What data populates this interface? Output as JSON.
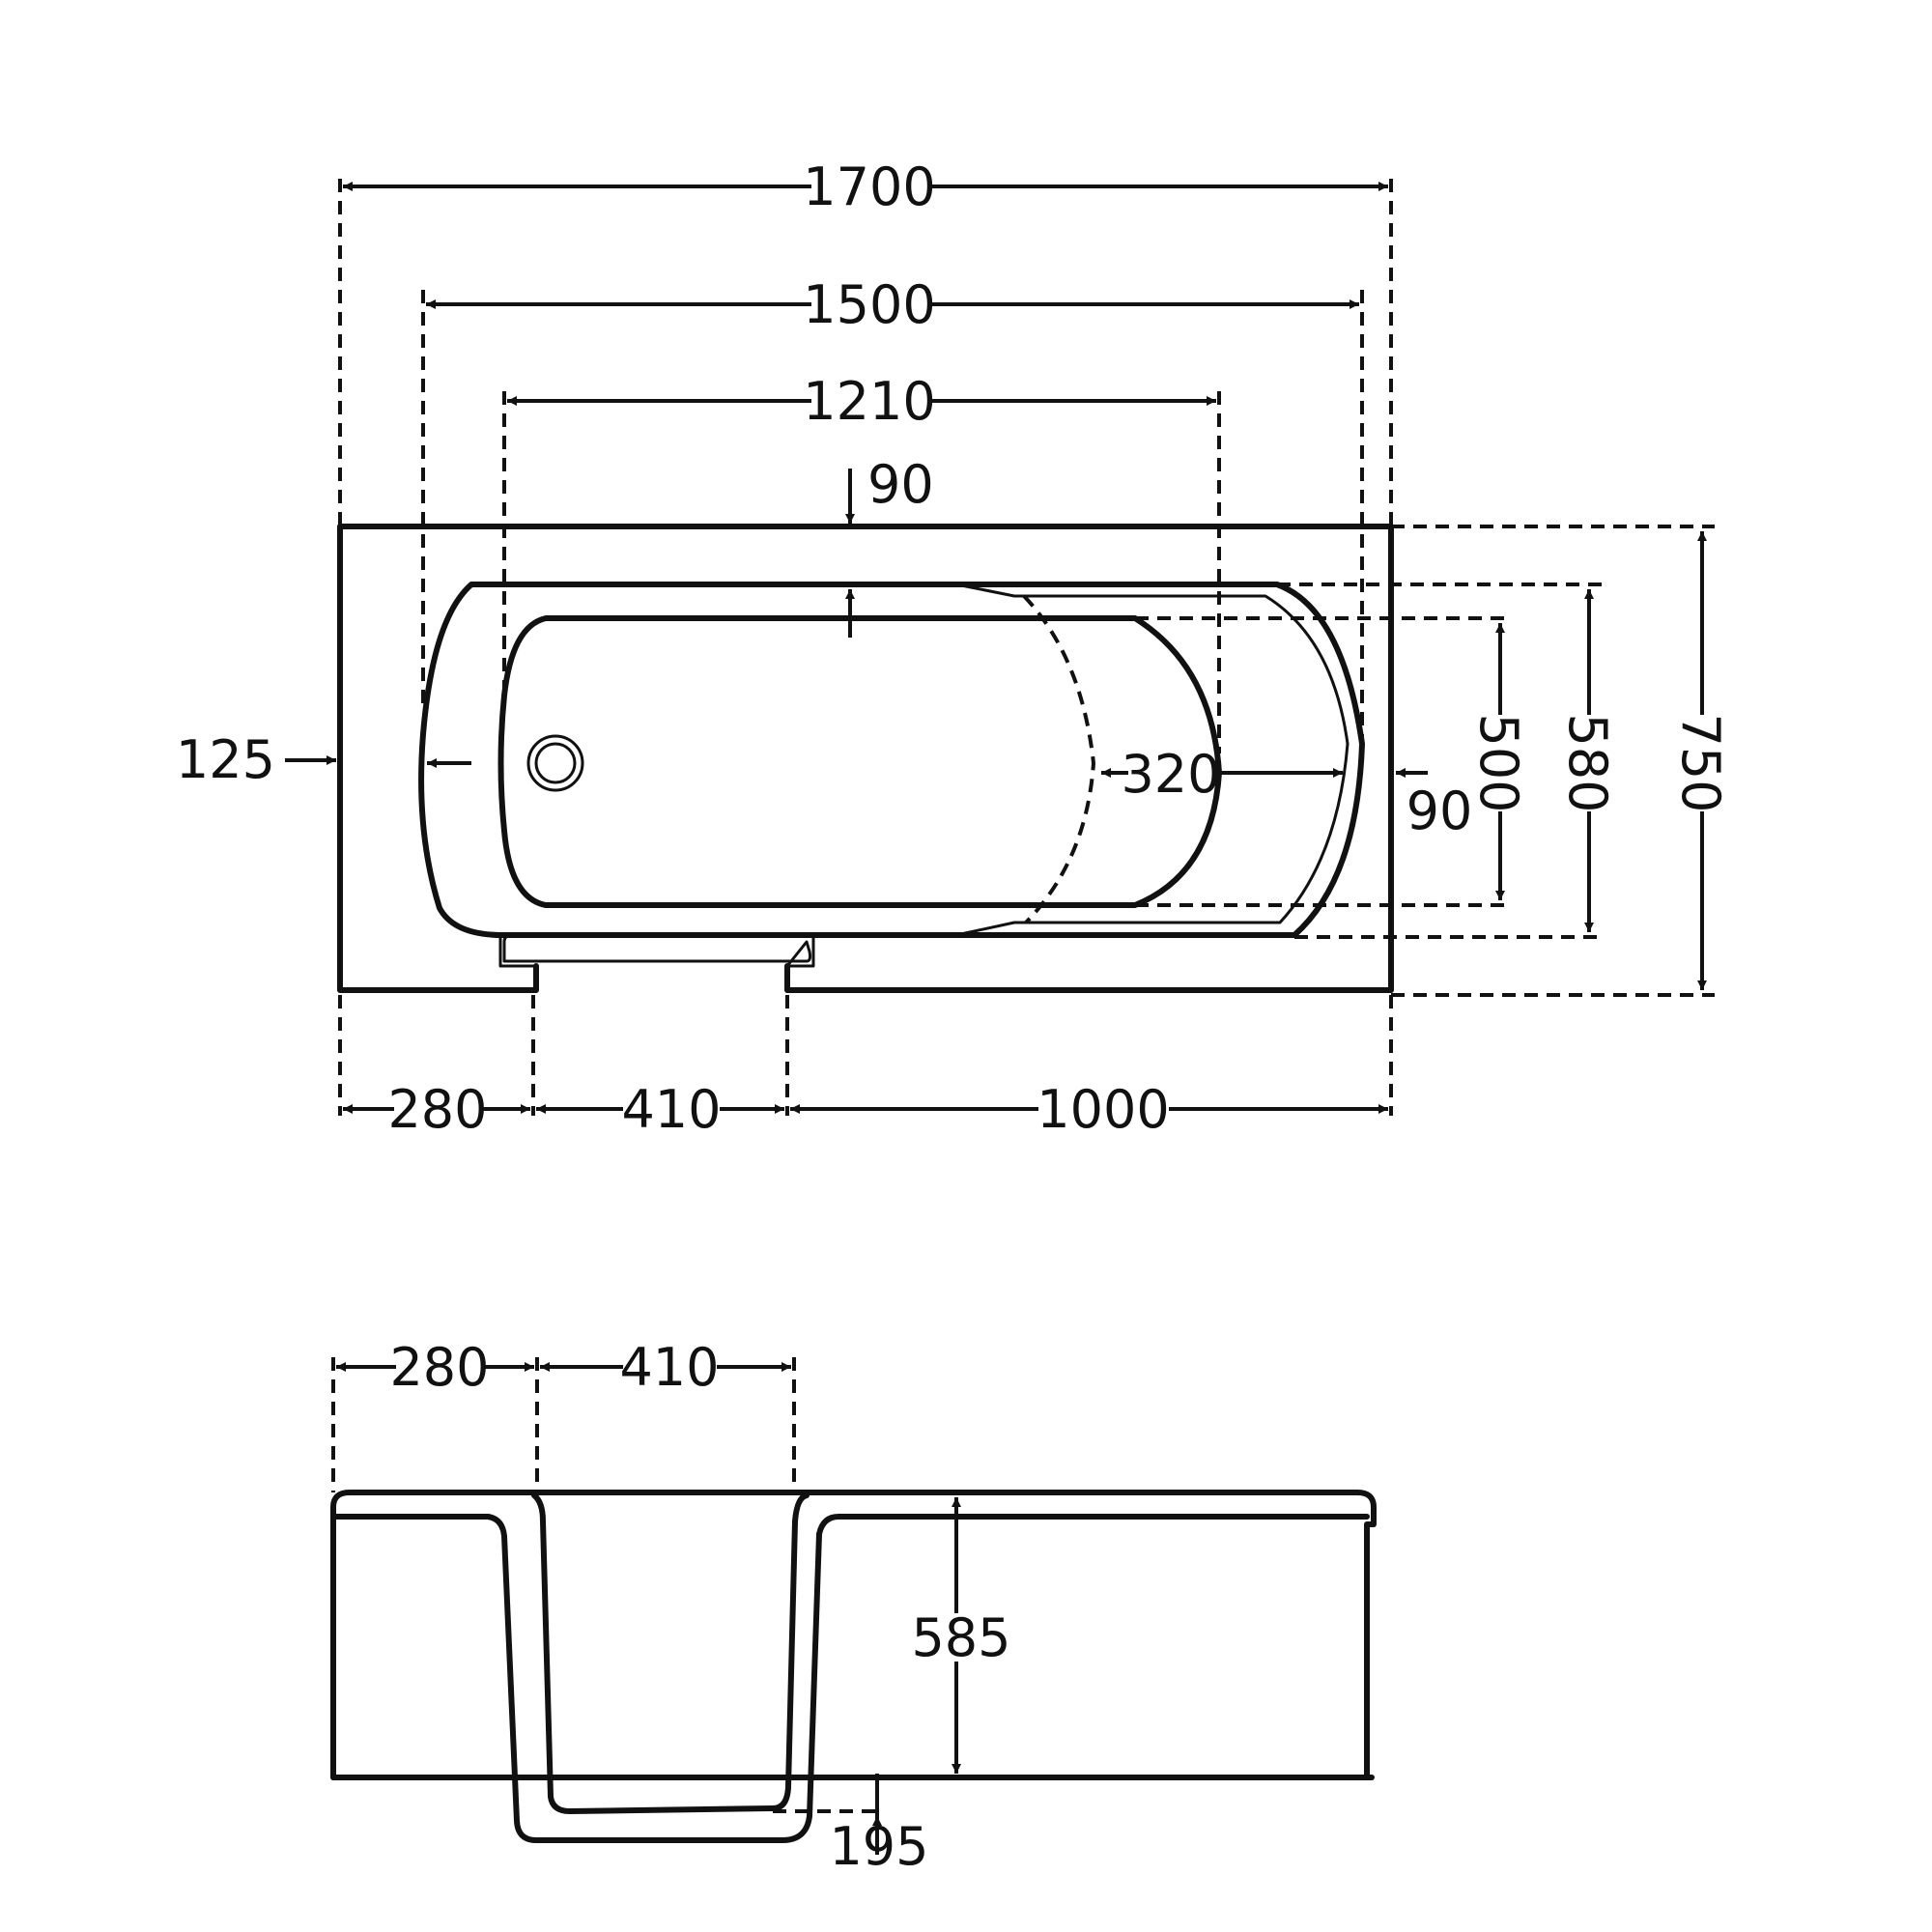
{
  "dimensions": {
    "overall_length": "1700",
    "inner_length": "1500",
    "basin_length": "1210",
    "rim_top": "90",
    "rim_left": "125",
    "rim_right": "90",
    "basin_end": "320",
    "inner_width_basin": "500",
    "inner_width_top": "580",
    "overall_width": "750",
    "left_panel": "280",
    "door_opening": "410",
    "right_panel": "1000",
    "front_left": "280",
    "front_door": "410",
    "front_height": "585",
    "step_height": "195"
  }
}
